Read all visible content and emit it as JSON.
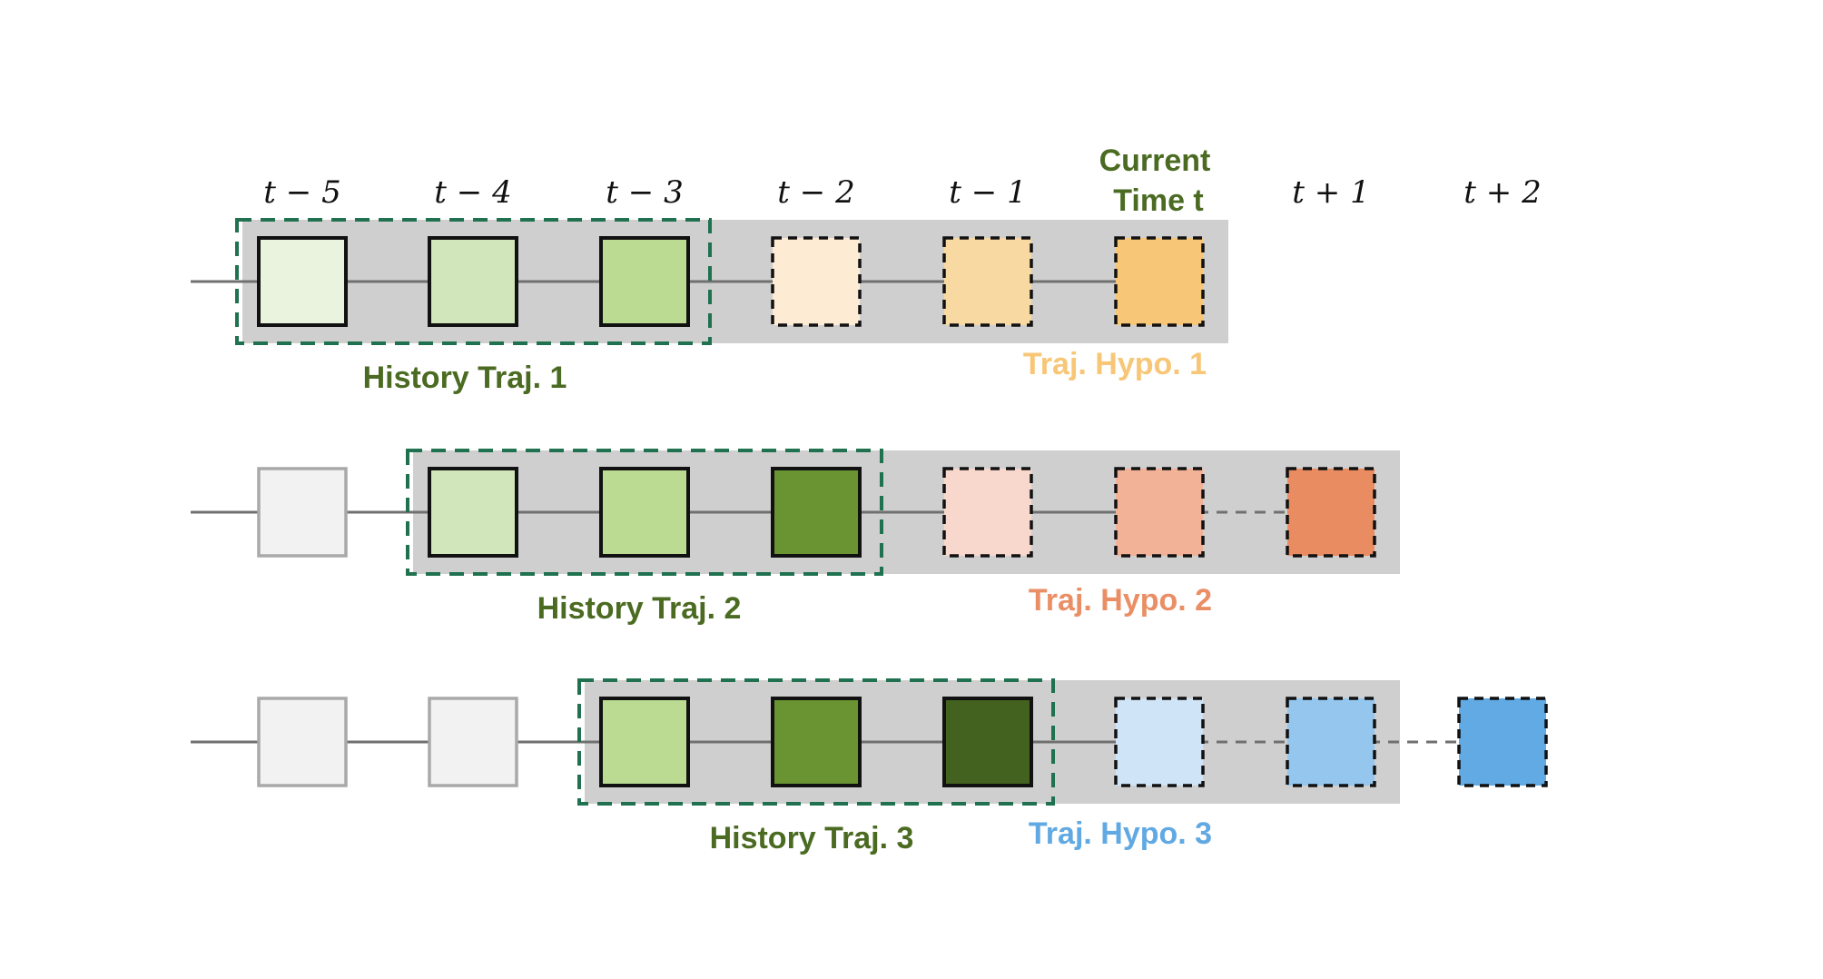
{
  "time_axis": {
    "labels": [
      "t − 5",
      "t − 4",
      "t − 3",
      "t − 2",
      "t − 1",
      "",
      "t + 1",
      "t + 2"
    ],
    "current_label_line1": "Current",
    "current_label_line2": "Time t"
  },
  "rows": [
    {
      "history_label": "History Traj. 1",
      "hypo_label": "Traj. Hypo. 1",
      "hypo_color": "#f7c676",
      "cells": [
        {
          "fill": "#e9f3dd",
          "style": "solid"
        },
        {
          "fill": "#d2e6bb",
          "style": "solid"
        },
        {
          "fill": "#bbdb93",
          "style": "solid"
        },
        {
          "fill": "#fdebd3",
          "style": "dashed"
        },
        {
          "fill": "#f9d9a2",
          "style": "dashed"
        },
        {
          "fill": "#f7c676",
          "style": "dashed"
        }
      ]
    },
    {
      "history_label": "History Traj. 2",
      "hypo_label": "Traj. Hypo. 2",
      "hypo_color": "#ea8f65",
      "cells": [
        {
          "fill": "#f2f2f2",
          "style": "faded"
        },
        {
          "fill": "#d2e6bb",
          "style": "solid"
        },
        {
          "fill": "#bbdb93",
          "style": "solid"
        },
        {
          "fill": "#6a9432",
          "style": "solid"
        },
        {
          "fill": "#f8d8cc",
          "style": "dashed"
        },
        {
          "fill": "#f1b297",
          "style": "dashed"
        },
        {
          "fill": "#e98c62",
          "style": "dashed"
        }
      ]
    },
    {
      "history_label": "History Traj. 3",
      "hypo_label": "Traj. Hypo. 3",
      "hypo_color": "#61a9e2",
      "cells": [
        {
          "fill": "#f2f2f2",
          "style": "faded"
        },
        {
          "fill": "#f2f2f2",
          "style": "faded"
        },
        {
          "fill": "#bbdb93",
          "style": "solid"
        },
        {
          "fill": "#6a9432",
          "style": "solid"
        },
        {
          "fill": "#44621f",
          "style": "solid"
        },
        {
          "fill": "#cfe4f6",
          "style": "dashed"
        },
        {
          "fill": "#94c6ee",
          "style": "dashed"
        },
        {
          "fill": "#61aae4",
          "style": "dashed"
        }
      ]
    }
  ],
  "colors": {
    "history_text": "#4b6b22",
    "history_box": "#1f7150",
    "gray_band": "#d0cfcf",
    "timeline": "#707070",
    "current_text": "#4b6b22"
  }
}
